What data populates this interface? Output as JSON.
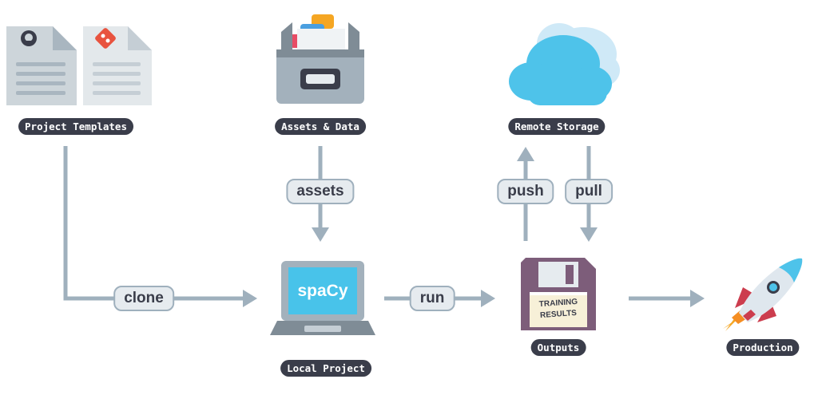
{
  "nodes": {
    "project_templates": "Project Templates",
    "assets_data": "Assets & Data",
    "remote_storage": "Remote Storage",
    "local_project": "Local Project",
    "outputs": "Outputs",
    "production": "Production"
  },
  "commands": {
    "assets": "assets",
    "push": "push",
    "pull": "pull",
    "clone": "clone",
    "run": "run"
  },
  "laptop_screen_text": "spaCy",
  "disk_label_line1": "TRAINING",
  "disk_label_line2": "RESULTS",
  "icons": {
    "template_1": "github-document-icon",
    "template_2": "git-document-icon",
    "assets": "file-drawer-icon",
    "remote": "cloud-icon",
    "local": "laptop-icon",
    "outputs": "floppy-disk-icon",
    "production": "rocket-icon"
  },
  "colors": {
    "arrow": "#9fb0bd",
    "label_bg": "#3a3d4a",
    "cloud": "#4ec3ea",
    "screen": "#48c3ea",
    "disk": "#7d5d7a",
    "rocket": "#cc3d4e"
  }
}
